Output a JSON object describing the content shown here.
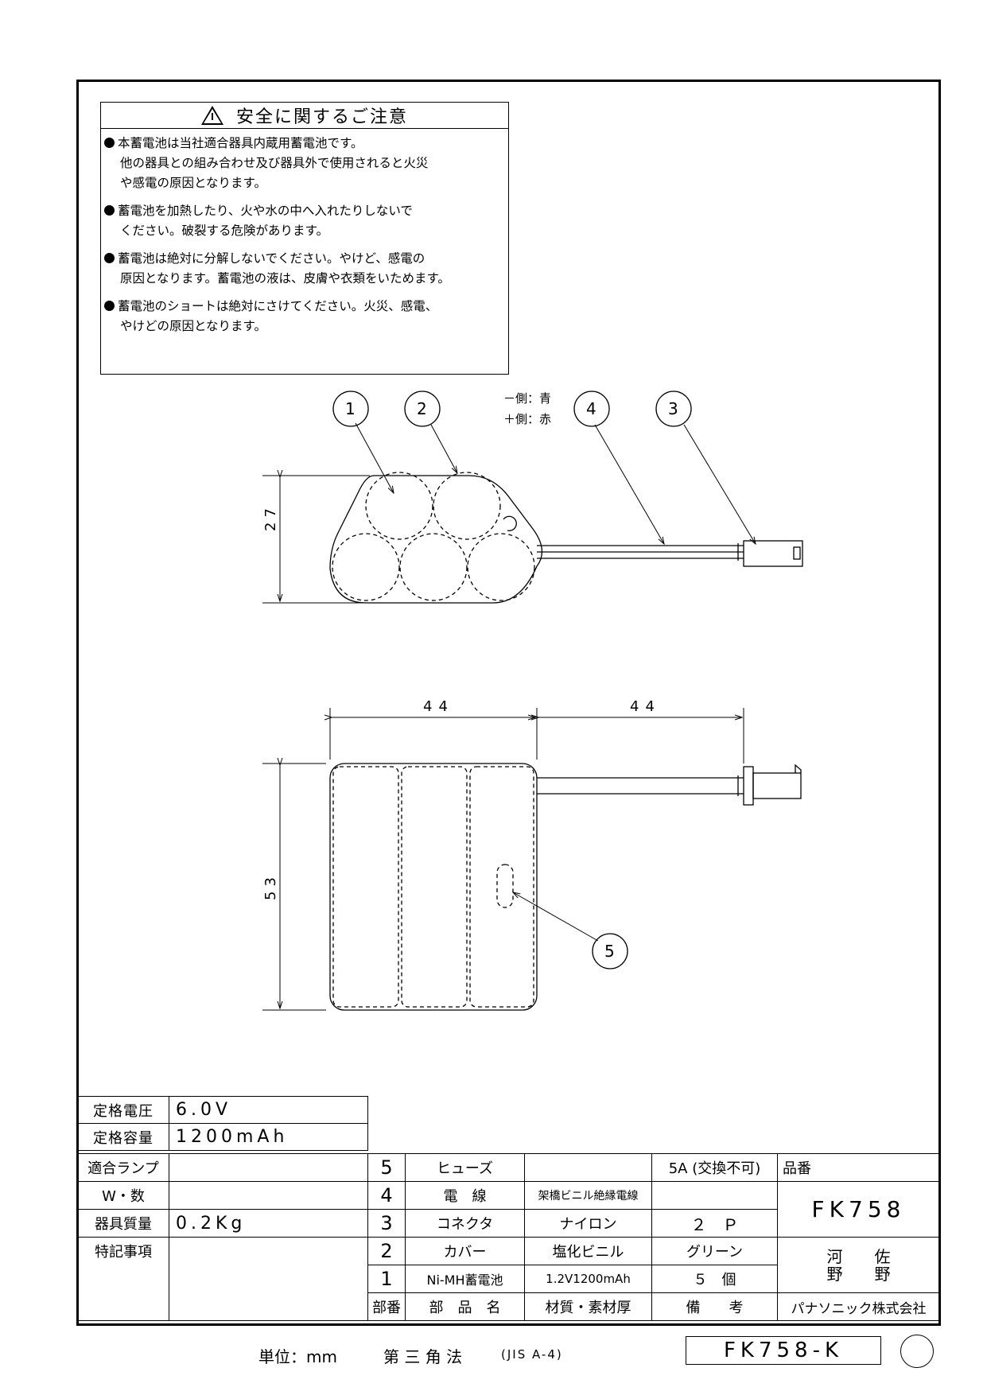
{
  "safety": {
    "title": "安全に関するご注意",
    "items": [
      [
        "本蓄電池は当社適合器具内蔵用蓄電池です。",
        "他の器具との組み合わせ及び器具外で使用されると火災",
        "や感電の原因となります。"
      ],
      [
        "蓄電池を加熱したり、火や水の中へ入れたりしないで",
        "ください。破裂する危険があります。"
      ],
      [
        "蓄電池は絶対に分解しないでください。やけど、感電の",
        "原因となります。蓄電池の液は、皮膚や衣類をいためます。"
      ],
      [
        "蓄電池のショートは絶対にさけてください。火災、感電、",
        "やけどの原因となります。"
      ]
    ]
  },
  "drawing": {
    "callouts": [
      "1",
      "2",
      "3",
      "4",
      "5"
    ],
    "polarity_minus": "－側：青",
    "polarity_plus": "＋側：赤",
    "dim_height_top": "27",
    "dim_width_body": "44",
    "dim_width_lead": "44",
    "dim_height_front": "53"
  },
  "specs": [
    {
      "label": "定格電圧",
      "value": "6.0V"
    },
    {
      "label": "定格容量",
      "value": "1200mAh"
    },
    {
      "label": "適合ランプ",
      "value": ""
    },
    {
      "label": "W・数",
      "value": ""
    },
    {
      "label": "器具質量",
      "value": "0.2Kg"
    },
    {
      "label": "特記事項",
      "value": ""
    }
  ],
  "bom": {
    "rows": [
      {
        "no": "5",
        "name": "ヒューズ",
        "material": "",
        "remarks": "5A (交換不可)"
      },
      {
        "no": "4",
        "name": "電　線",
        "material": "架橋ビニル絶縁電線",
        "remarks": ""
      },
      {
        "no": "3",
        "name": "コネクタ",
        "material": "ナイロン",
        "remarks": "２　Ｐ"
      },
      {
        "no": "2",
        "name": "カバー",
        "material": "塩化ビニル",
        "remarks": "グリーン"
      },
      {
        "no": "1",
        "name": "Ni-MH蓄電池",
        "material": "1.2V1200mAh",
        "remarks": "５　個"
      }
    ],
    "header": {
      "no": "部番",
      "name": "部　品　名",
      "material": "材質・素材厚",
      "remarks": "備　　考"
    }
  },
  "title_block": {
    "part_no_label": "品番",
    "part_no": "FK758",
    "approvers": [
      "河",
      "佐",
      "野",
      "野"
    ],
    "company": "パナソニック株式会社"
  },
  "footer": {
    "unit": "単位：mm",
    "projection": "第 三 角 法",
    "paper": "(JIS A-4)",
    "drawing_no": "FK758-K"
  }
}
